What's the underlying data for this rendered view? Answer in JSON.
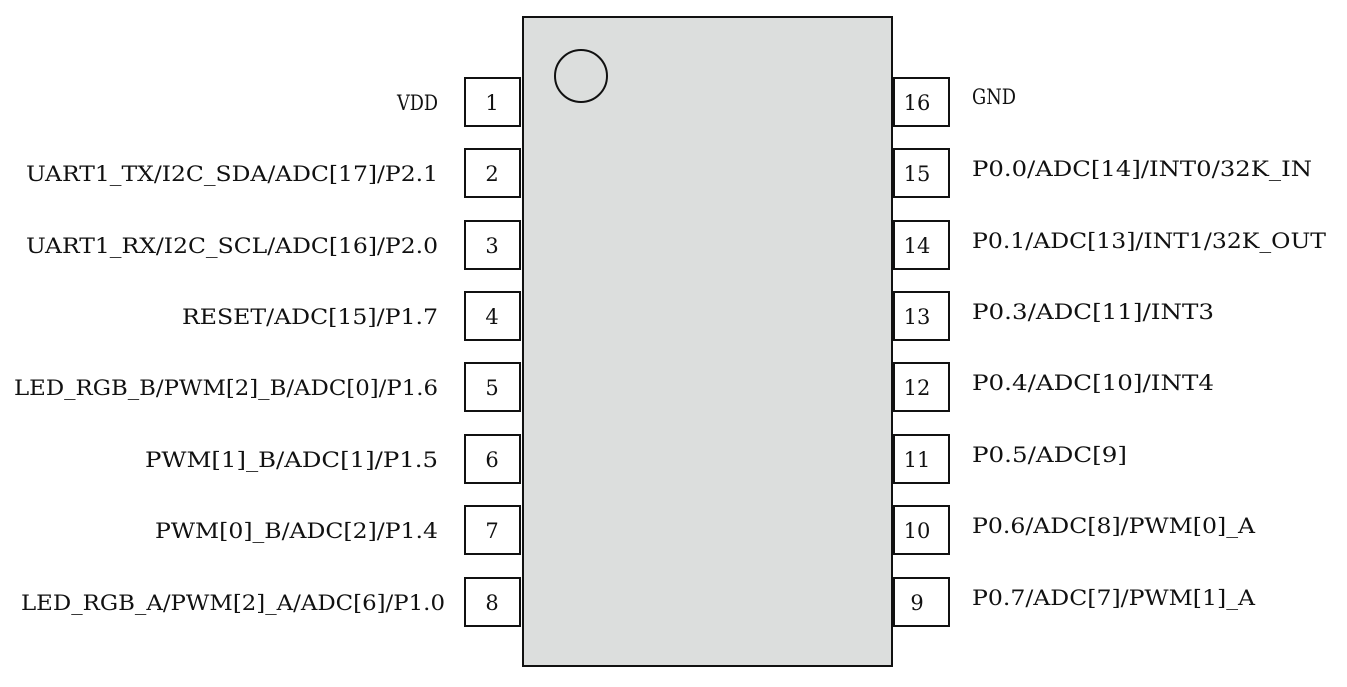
{
  "package": {
    "body_color": "#dcdedd",
    "line_color": "#111111",
    "pin1_marker": "circle"
  },
  "left_pins": [
    {
      "number": "1",
      "label": "VDD"
    },
    {
      "number": "2",
      "label": "UART1_TX/I2C_SDA/ADC[17]/P2.1"
    },
    {
      "number": "3",
      "label": "UART1_RX/I2C_SCL/ADC[16]/P2.0"
    },
    {
      "number": "4",
      "label": "RESET/ADC[15]/P1.7"
    },
    {
      "number": "5",
      "label": "LED_RGB_B/PWM[2]_B/ADC[0]/P1.6"
    },
    {
      "number": "6",
      "label": "PWM[1]_B/ADC[1]/P1.5"
    },
    {
      "number": "7",
      "label": "PWM[0]_B/ADC[2]/P1.4"
    },
    {
      "number": "8",
      "label": "LED_RGB_A/PWM[2]_A/ADC[6]/P1.0"
    }
  ],
  "right_pins": [
    {
      "number": "16",
      "label": "GND"
    },
    {
      "number": "15",
      "label": "P0.0/ADC[14]/INT0/32K_IN"
    },
    {
      "number": "14",
      "label": "P0.1/ADC[13]/INT1/32K_OUT"
    },
    {
      "number": "13",
      "label": "P0.3/ADC[11]/INT3"
    },
    {
      "number": "12",
      "label": "P0.4/ADC[10]/INT4"
    },
    {
      "number": "11",
      "label": "P0.5/ADC[9]"
    },
    {
      "number": "10",
      "label": "P0.6/ADC[8]/PWM[0]_A"
    },
    {
      "number": "9",
      "label": "P0.7/ADC[7]/PWM[1]_A"
    }
  ]
}
